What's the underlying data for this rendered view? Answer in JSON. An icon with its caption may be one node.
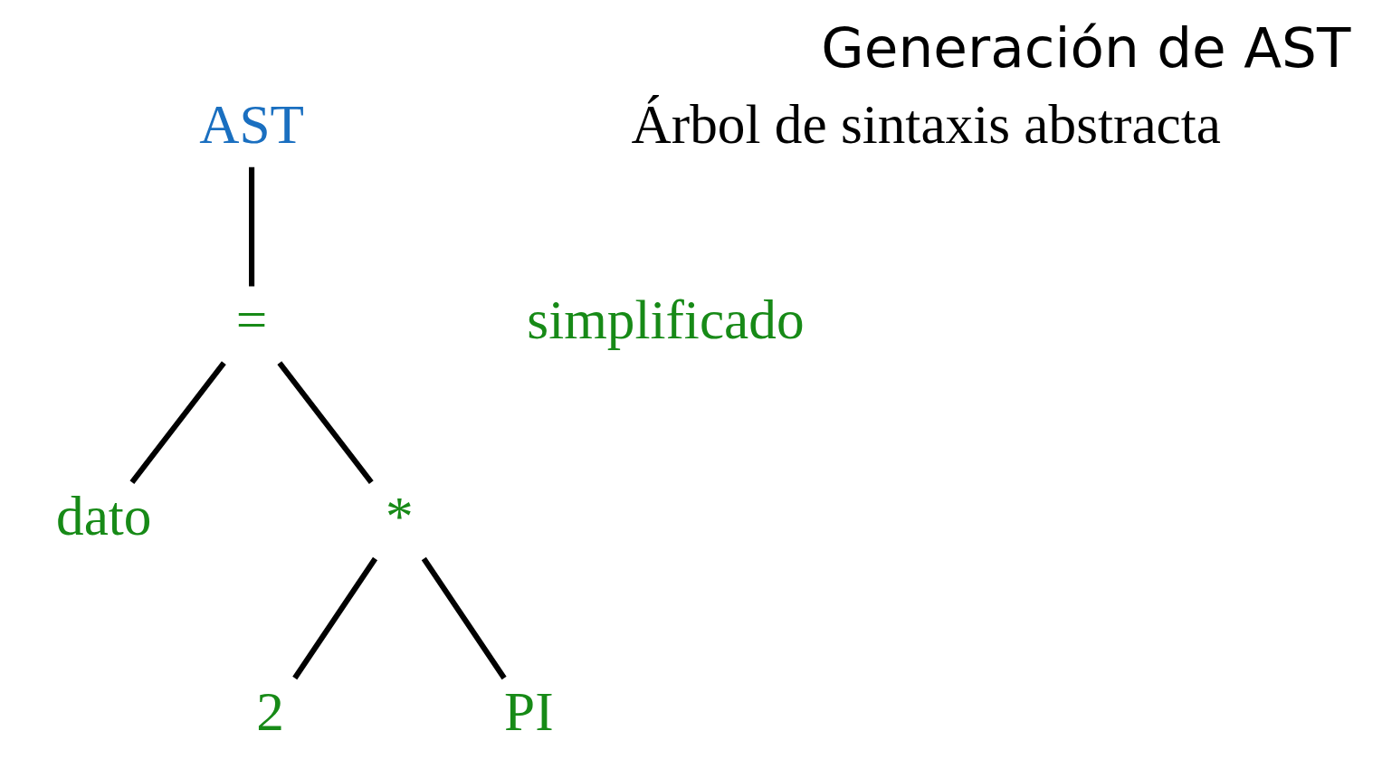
{
  "diagram": {
    "title": "Generación de AST",
    "nodes": [
      {
        "text": [
          "AST"
        ]
      },
      {
        "text": [
          "="
        ]
      },
      {
        "text": [
          "dato"
        ]
      },
      {
        "text": [
          "*"
        ]
      },
      {
        "text": [
          "2"
        ]
      },
      {
        "text": [
          "PI"
        ]
      }
    ],
    "edges": [
      {
        "from": 0,
        "to": 1,
        "arrow": "none"
      },
      {
        "from": 1,
        "to": 2,
        "arrow": "none"
      },
      {
        "from": 1,
        "to": 3,
        "arrow": "none"
      },
      {
        "from": 3,
        "to": 4,
        "arrow": "none"
      },
      {
        "from": 3,
        "to": 5,
        "arrow": "none"
      }
    ],
    "labels": [
      "Árbol de sintaxis abstracta",
      "simplificado"
    ]
  }
}
